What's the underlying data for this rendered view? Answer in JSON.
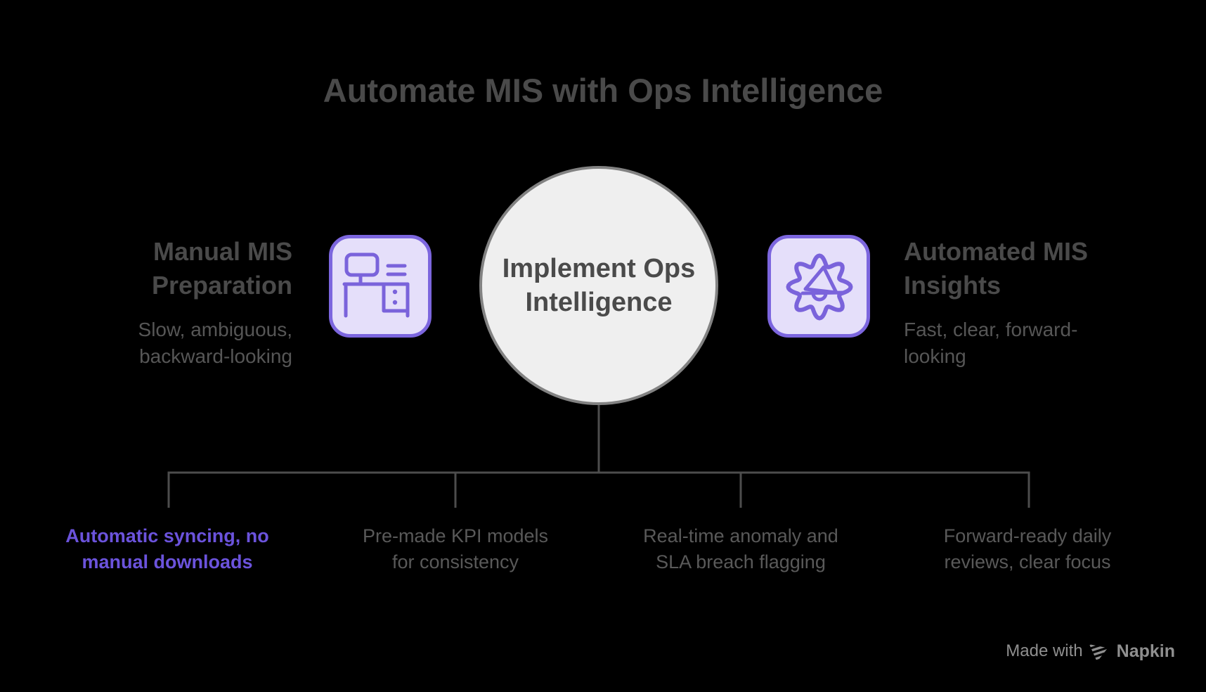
{
  "title": "Automate MIS with Ops Intelligence",
  "left": {
    "heading1": "Manual MIS",
    "heading2": "Preparation",
    "sub1": "Slow, ambiguous,",
    "sub2": "backward-looking",
    "icon": "desk-computer-icon"
  },
  "center": {
    "line1": "Implement Ops",
    "line2": "Intelligence"
  },
  "right": {
    "heading1": "Automated MIS",
    "heading2": "Insights",
    "sub1": "Fast, clear, forward-",
    "sub2": "looking",
    "icon": "gear-megaphone-icon"
  },
  "branches": [
    {
      "line1": "Automatic syncing, no",
      "line2": "manual downloads",
      "highlighted": true
    },
    {
      "line1": "Pre-made KPI models",
      "line2": "for consistency",
      "highlighted": false
    },
    {
      "line1": "Real-time anomaly and",
      "line2": "SLA breach flagging",
      "highlighted": false
    },
    {
      "line1": "Forward-ready daily",
      "line2": "reviews, clear focus",
      "highlighted": false
    }
  ],
  "footer": {
    "made_with": "Made with",
    "brand": "Napkin",
    "logo": "napkin-logo-icon"
  },
  "colors": {
    "bg": "#000000",
    "accent": "#6B53DC",
    "icon-fill": "#E5DFFA",
    "icon-border": "#7C66DE",
    "icon-stroke": "#7A63DB",
    "node-fill": "#EFEFEF",
    "node-border": "#828282",
    "connector": "#4D4D4D",
    "ink": "#4A4A4A",
    "ink-soft": "#565656",
    "ink-muted": "#595959",
    "footer": "#8F8F8F"
  }
}
